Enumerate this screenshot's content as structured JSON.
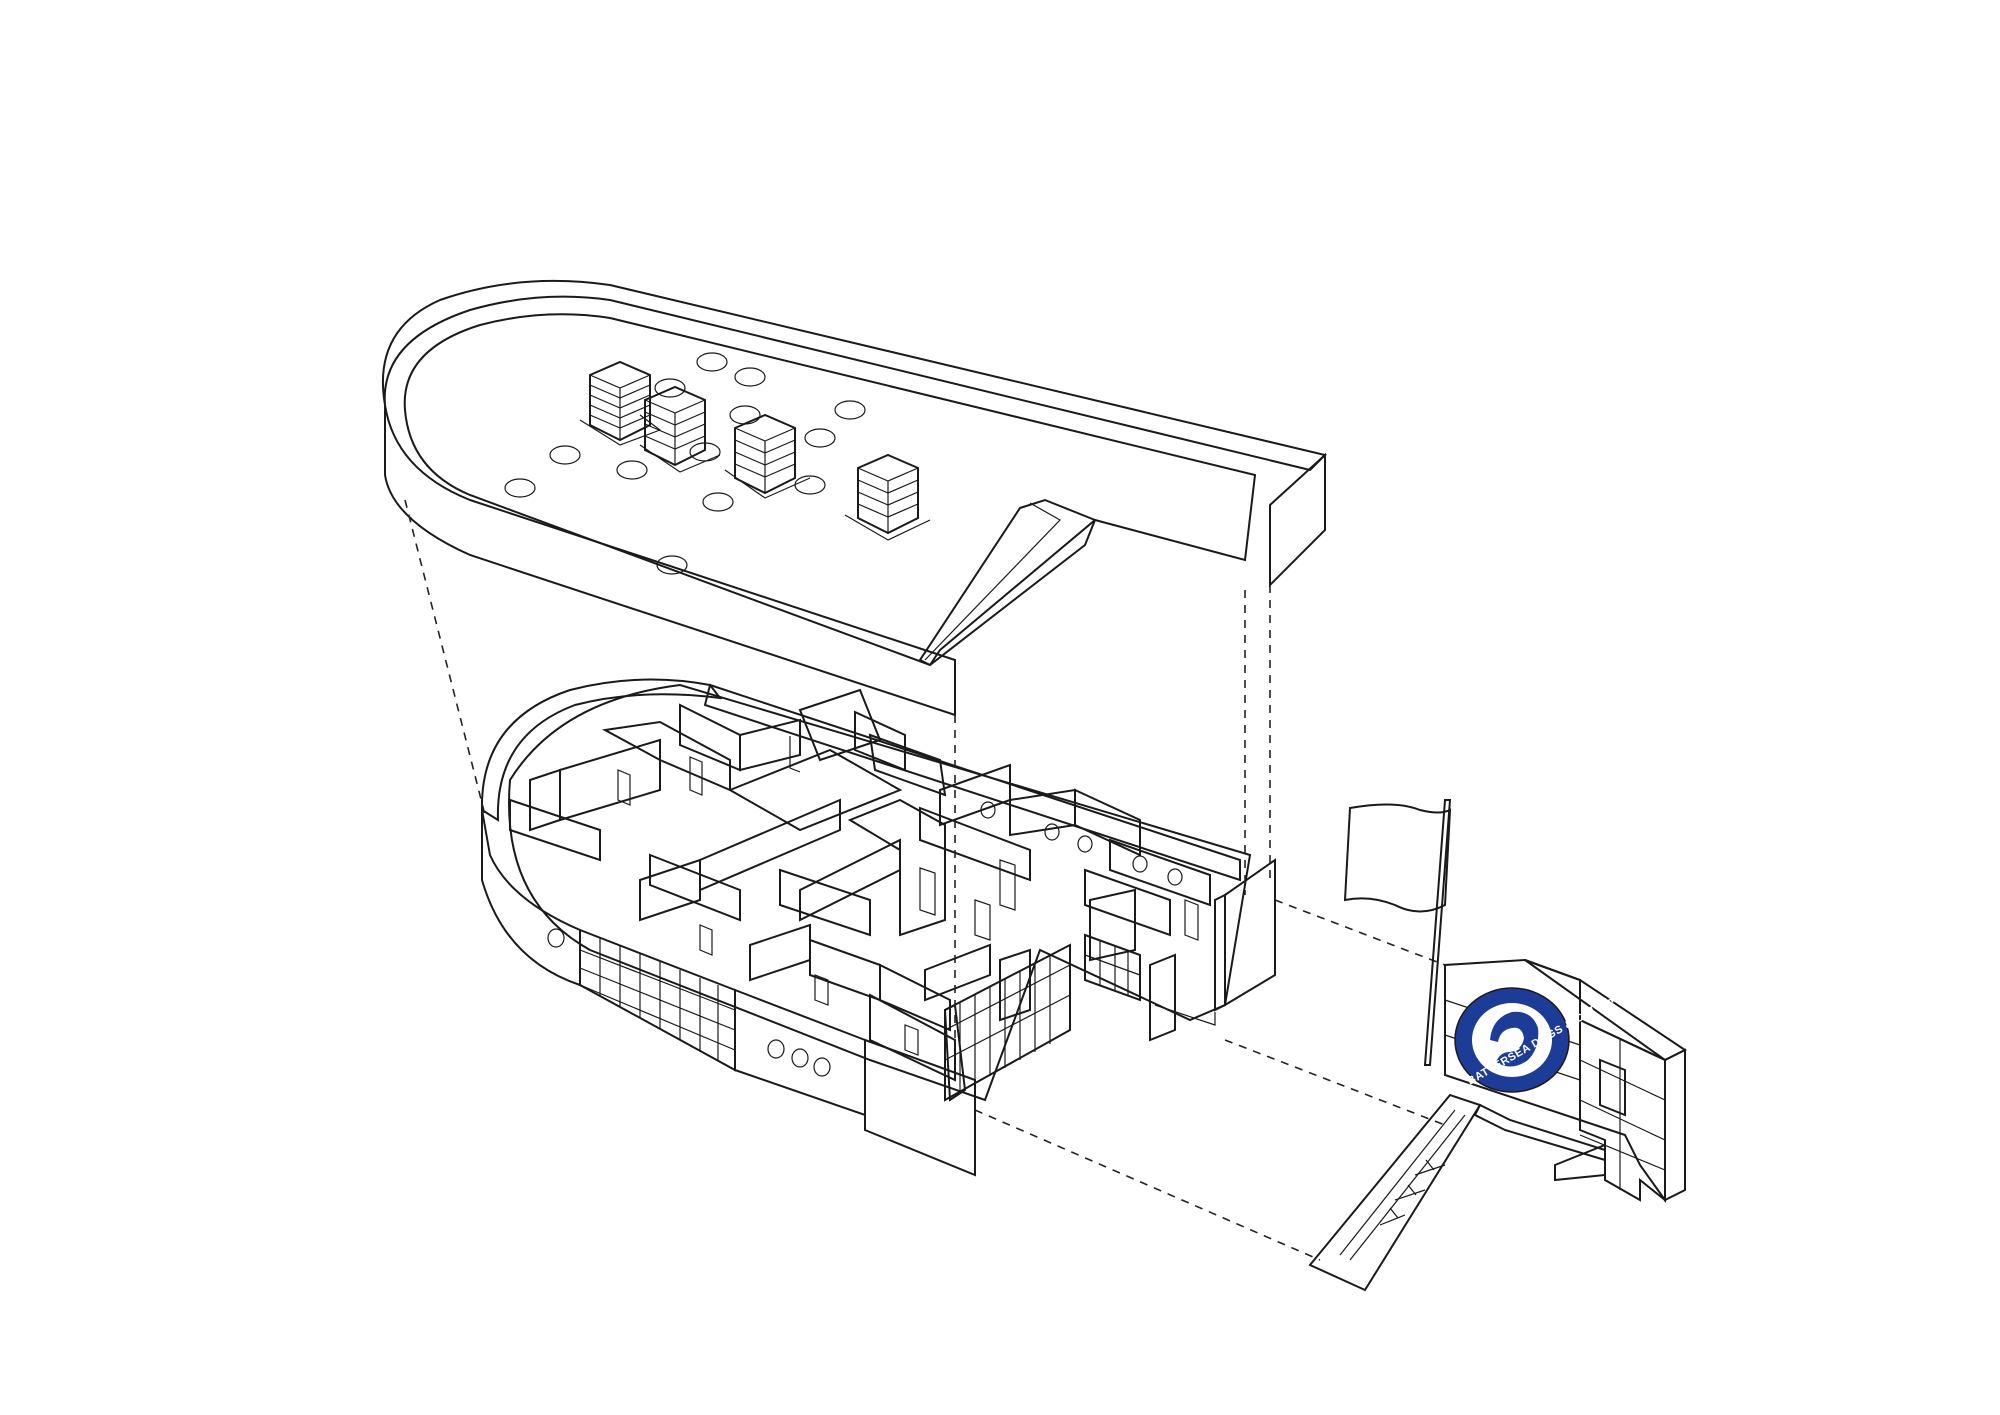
{
  "diagram": {
    "components": [
      {
        "id": "roof",
        "label": "green roof slab with rooflights and vents"
      },
      {
        "id": "ground-floor",
        "label": "ground floor plan with rooms"
      },
      {
        "id": "entrance",
        "label": "entrance ramp and signage wall"
      },
      {
        "id": "flag",
        "label": "flag"
      }
    ]
  },
  "signage": {
    "logo_text": "BATTERSEA DOGS & CATS HOME"
  },
  "colors": {
    "roof_green": "#cfe0c6",
    "wall_tan": "#cfbfa5",
    "facade_blue": "#8fb4e6",
    "flag_blue": "#101aa0",
    "logo_blue": "#1d3c97",
    "sign_grey": "#e3e3e3",
    "floor_grey": "#e8e8e8",
    "outline": "#1a1a1a"
  }
}
